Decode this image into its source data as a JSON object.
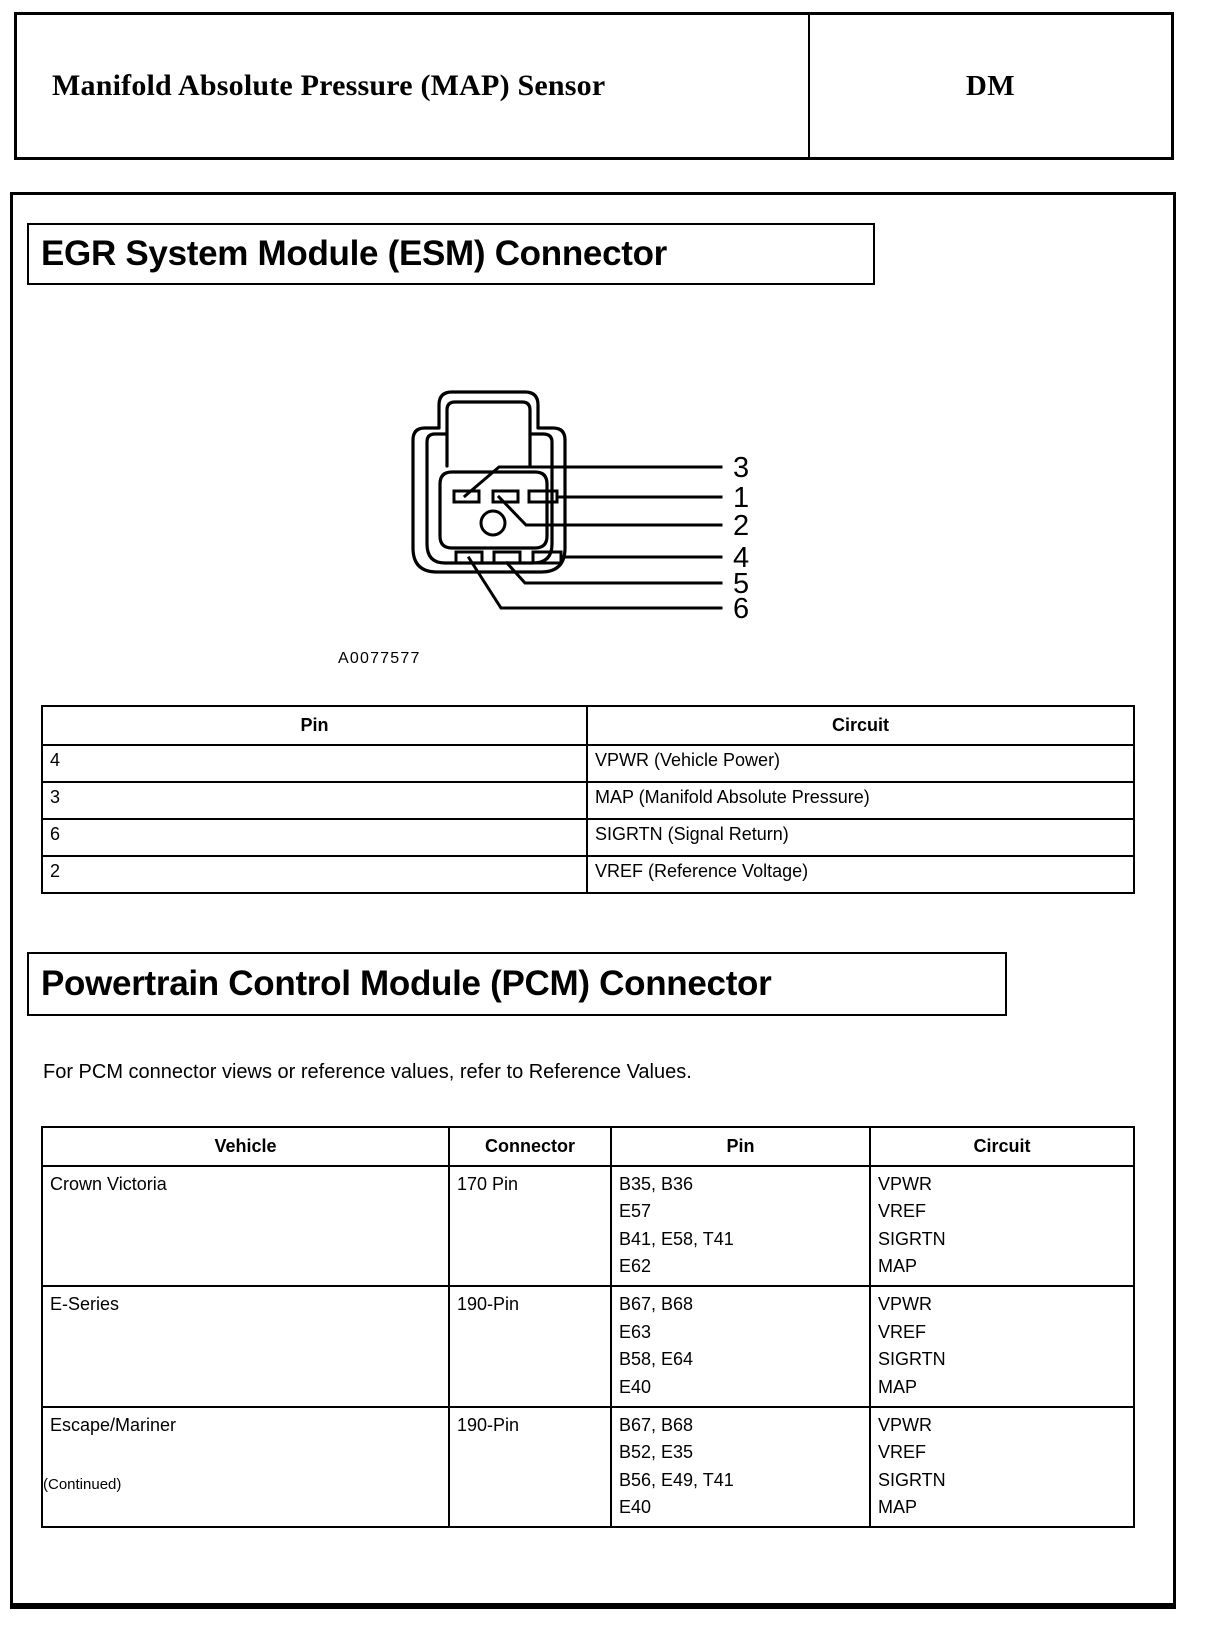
{
  "header": {
    "title": "Manifold Absolute Pressure (MAP) Sensor",
    "code": "DM"
  },
  "sections": {
    "esm": {
      "heading": "EGR System Module (ESM) Connector",
      "figure_id": "A0077577",
      "diagram": {
        "name": "esm-connector-pinout",
        "callouts": [
          "3",
          "1",
          "2",
          "4",
          "5",
          "6"
        ]
      },
      "table": {
        "columns": [
          "Pin",
          "Circuit"
        ],
        "rows": [
          {
            "pin": "4",
            "circuit": "VPWR (Vehicle Power)"
          },
          {
            "pin": "3",
            "circuit": "MAP (Manifold Absolute Pressure)"
          },
          {
            "pin": "6",
            "circuit": "SIGRTN (Signal Return)"
          },
          {
            "pin": "2",
            "circuit": "VREF (Reference Voltage)"
          }
        ]
      }
    },
    "pcm": {
      "heading": "Powertrain Control Module (PCM) Connector",
      "note": "For PCM connector views or reference values, refer to Reference Values.",
      "table": {
        "columns": [
          "Vehicle",
          "Connector",
          "Pin",
          "Circuit"
        ],
        "rows": [
          {
            "vehicle": "Crown Victoria",
            "connector": "170 Pin",
            "pin": "B35, B36\nE57\nB41, E58, T41\nE62",
            "circuit": "VPWR\nVREF\nSIGRTN\nMAP"
          },
          {
            "vehicle": "E-Series",
            "connector": "190-Pin",
            "pin": "B67, B68\nE63\nB58, E64\nE40",
            "circuit": "VPWR\nVREF\nSIGRTN\nMAP"
          },
          {
            "vehicle": "Escape/Mariner",
            "connector": "190-Pin",
            "pin": "B67, B68\nB52, E35\nB56, E49, T41\nE40",
            "circuit": "VPWR\nVREF\nSIGRTN\nMAP"
          }
        ]
      },
      "continued": "(Continued)"
    }
  }
}
